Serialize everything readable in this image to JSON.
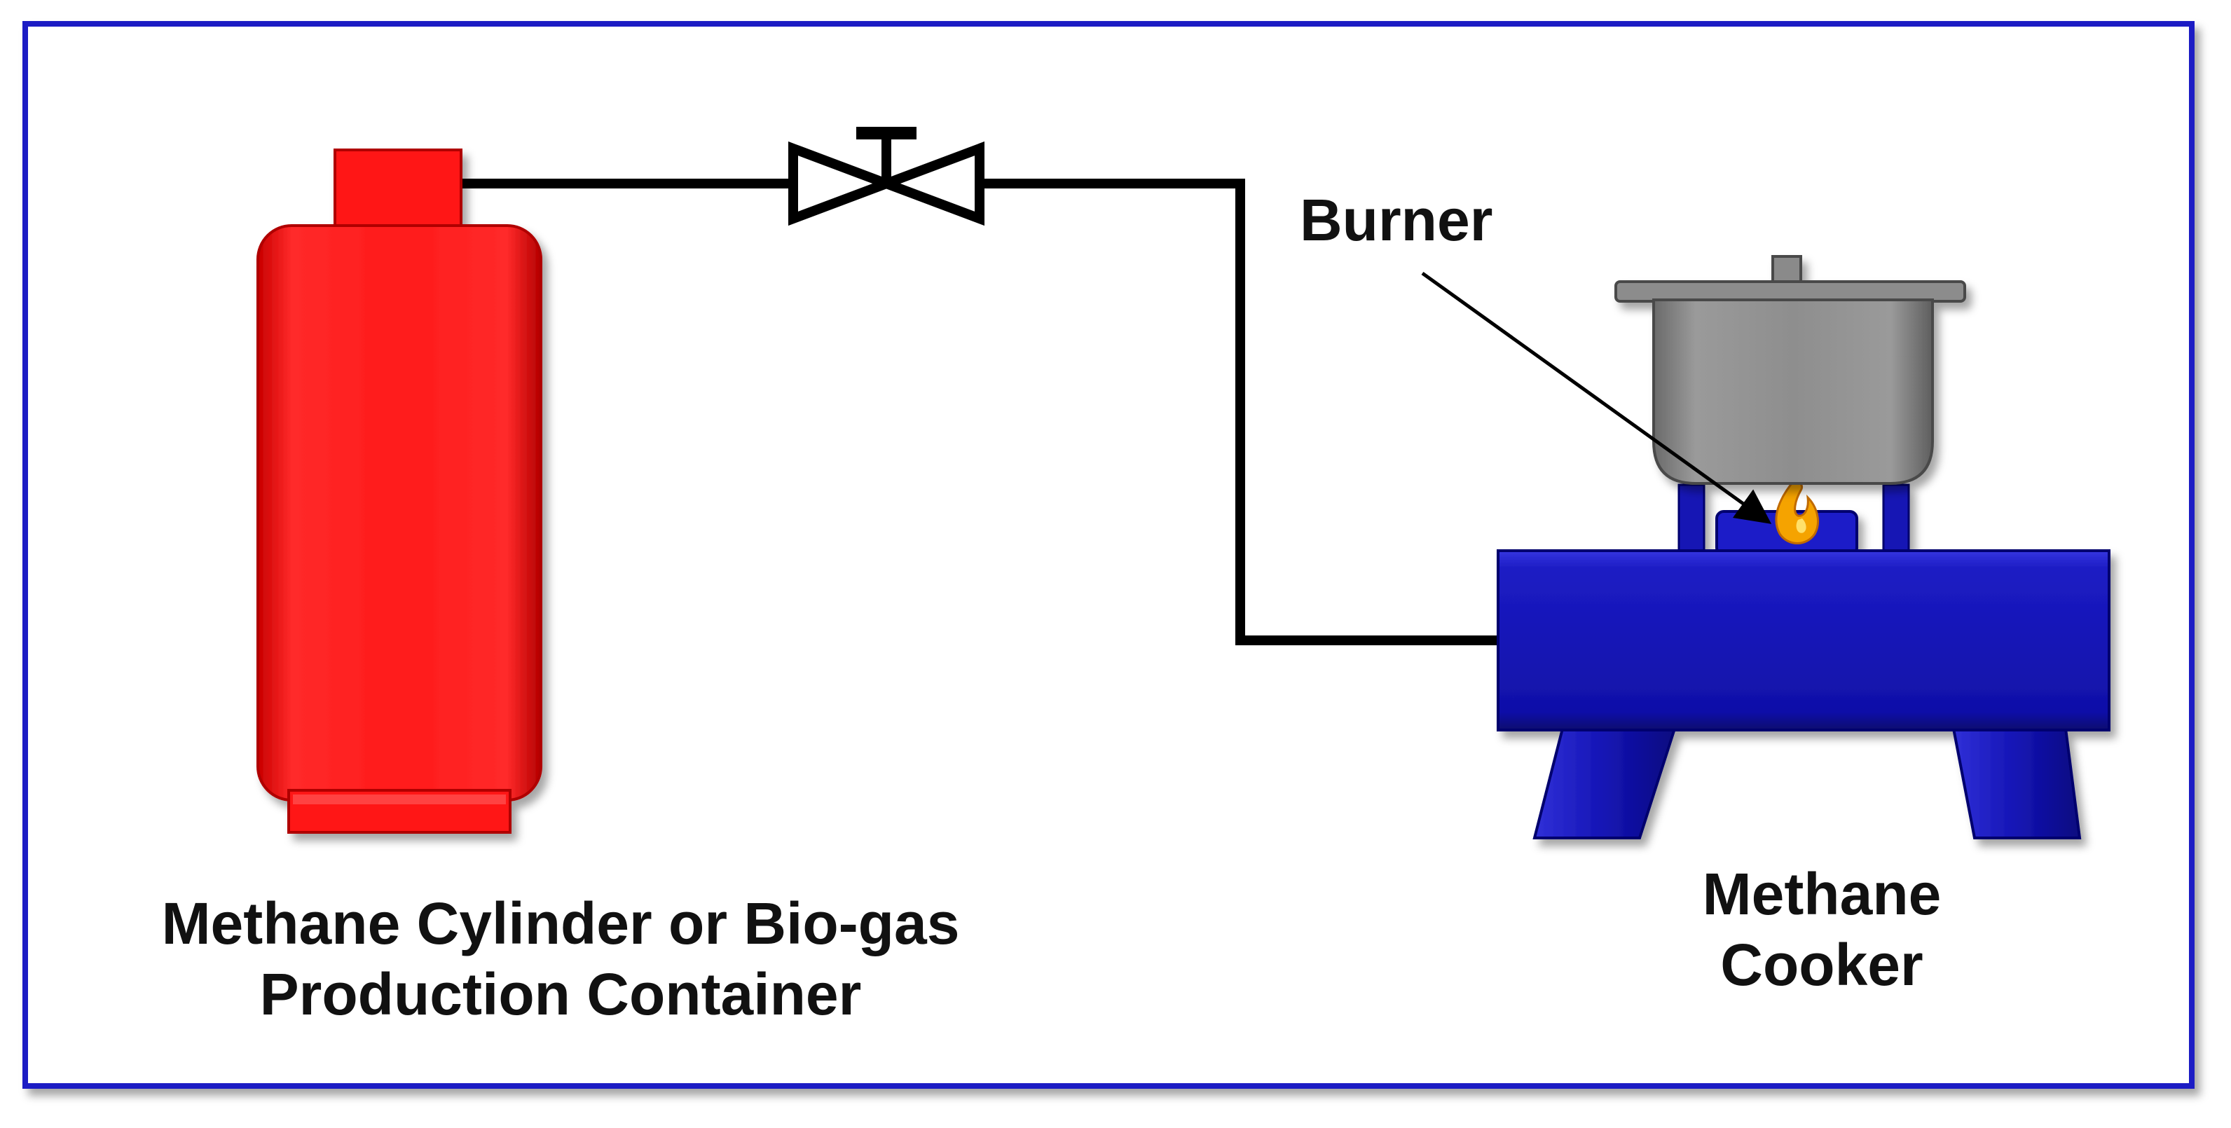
{
  "labels": {
    "cylinder_line1": "Methane Cylinder or Bio-gas",
    "cylinder_line2": "Production Container",
    "cooker_line1": "Methane",
    "cooker_line2": "Cooker",
    "burner": "Burner"
  },
  "colors": {
    "frame": "#1a1fc4",
    "cylinder": "#ff1010",
    "cooker": "#1414b4",
    "pot": "#8c8c8c",
    "pipe": "#000000",
    "flame": "#f5a300"
  },
  "icons": {
    "valve": "gate-valve-icon",
    "flame": "flame-icon"
  }
}
